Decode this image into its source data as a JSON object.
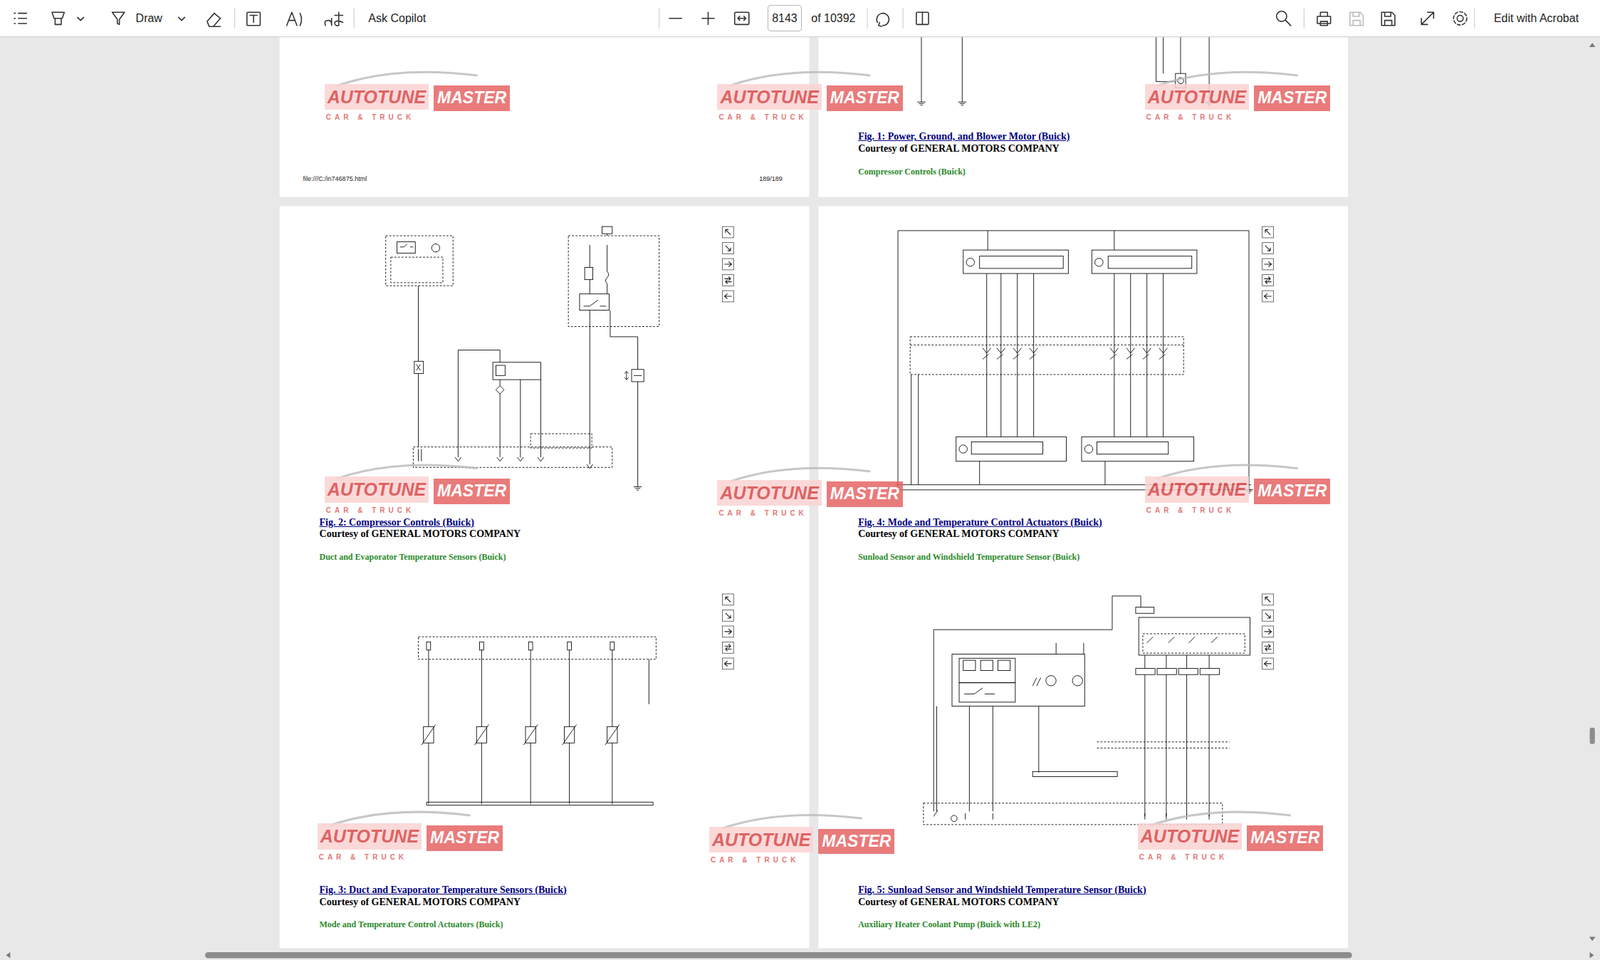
{
  "diagram": {
    "nodes": [
      {
        "text": [
          "8143"
        ]
      }
    ],
    "labels": [
      "Draw",
      "Ask Copilot",
      "of 10392",
      "Edit with Acrobat",
      "file:///C:/in746875.html",
      "189/189",
      "Fig. 1: Power, Ground, and Blower Motor (Buick)",
      "Courtesy of GENERAL MOTORS COMPANY",
      "Compressor Controls (Buick)",
      "Fig. 2: Compressor Controls (Buick)",
      "Courtesy of GENERAL MOTORS COMPANY",
      "Duct and Evaporator Temperature Sensors (Buick)",
      "Fig. 3: Duct and Evaporator Temperature Sensors (Buick)",
      "Courtesy of GENERAL MOTORS COMPANY",
      "Mode and Temperature Control Actuators (Buick)",
      "Fig. 4: Mode and Temperature Control Actuators (Buick)",
      "Courtesy of GENERAL MOTORS COMPANY",
      "Sunload Sensor and Windshield Temperature Sensor (Buick)",
      "Fig. 5: Sunload Sensor and Windshield Temperature Sensor (Buick)",
      "Courtesy of GENERAL MOTORS COMPANY",
      "Auxiliary Heater Coolant Pump (Buick with LE2)",
      "AUTOTUNE",
      "MASTER",
      "CAR & TRUCK",
      "AUTOTUNE",
      "MASTER",
      "CAR & TRUCK",
      "AUTOTUNE",
      "MASTER",
      "CAR & TRUCK",
      "AUTOTUNE",
      "MASTER",
      "CAR & TRUCK",
      "AUTOTUNE",
      "MASTER",
      "CAR & TRUCK",
      "AUTOTUNE",
      "MASTER",
      "CAR & TRUCK",
      "AUTOTUNE",
      "MASTER",
      "CAR & TRUCK",
      "AUTOTUNE",
      "MASTER",
      "CAR & TRUCK",
      "AUTOTUNE",
      "MASTER",
      "CAR & TRUCK"
    ]
  }
}
